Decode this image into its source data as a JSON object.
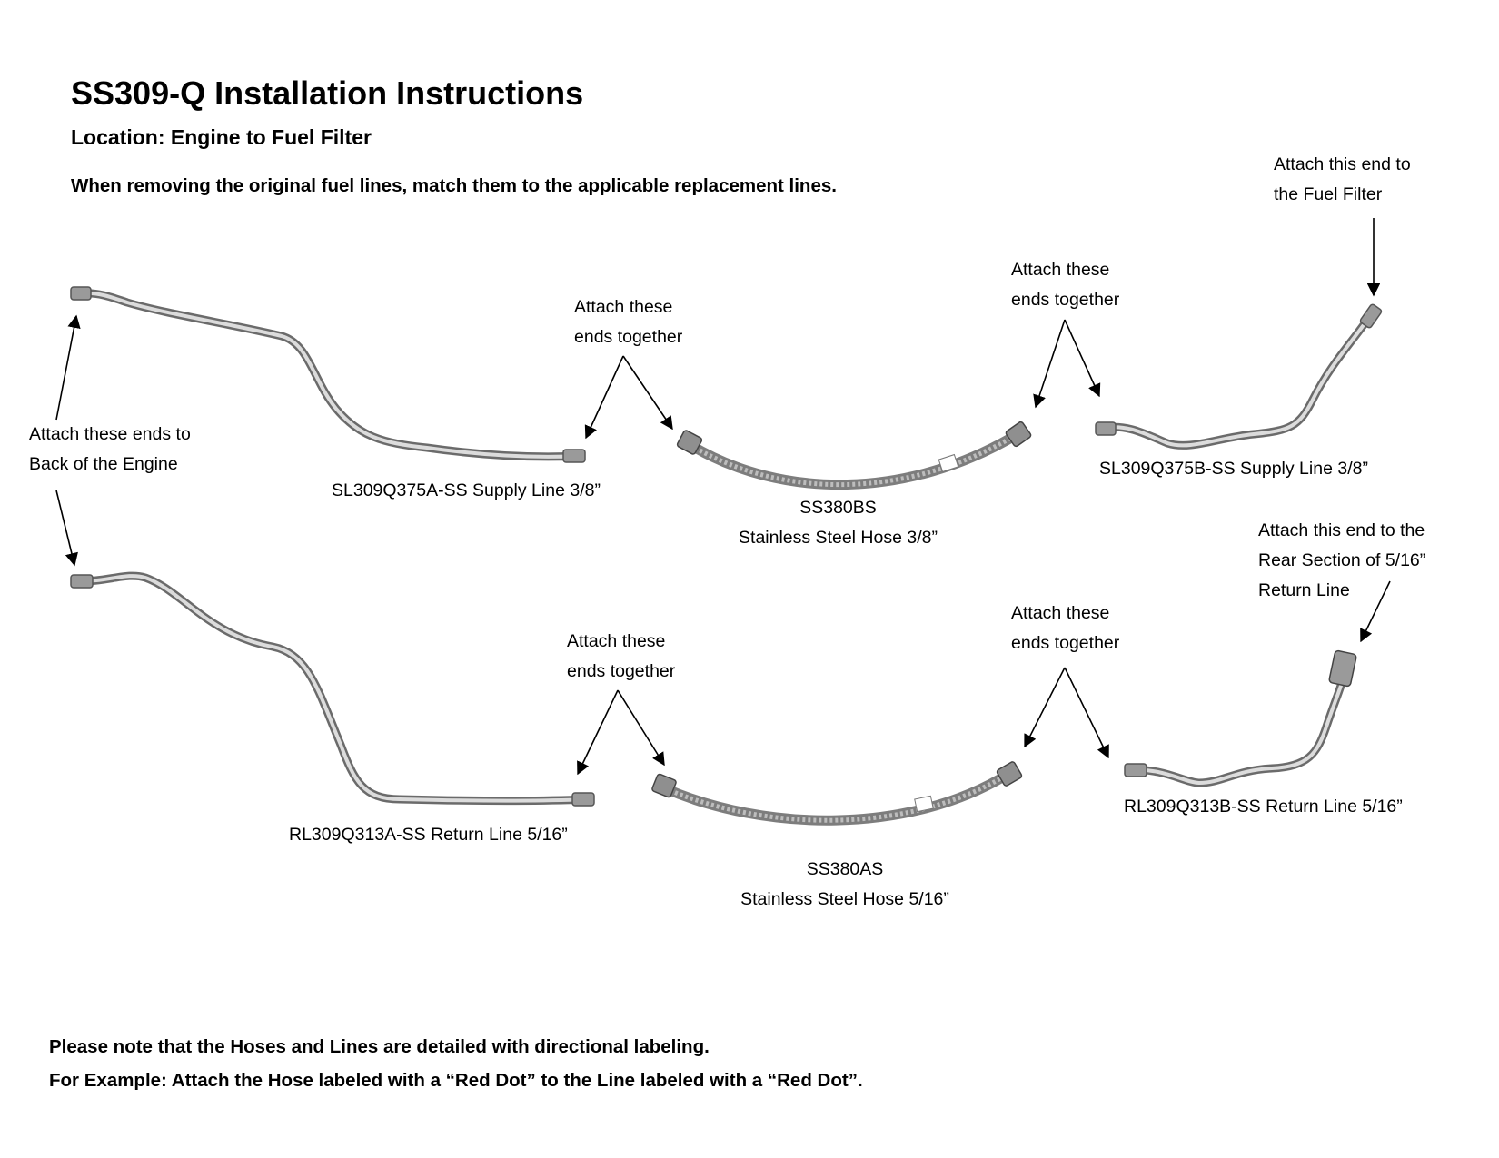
{
  "header": {
    "title": "SS309-Q Installation Instructions",
    "subtitle": "Location: Engine to Fuel Filter",
    "instruction": "When removing the original fuel lines, match them to the applicable replacement lines."
  },
  "annotations": {
    "engine_back": [
      "Attach these ends to",
      "Back of the Engine"
    ],
    "fuel_filter": [
      "Attach this end to",
      "the Fuel Filter"
    ],
    "rear_section": [
      "Attach this end to the",
      "Rear Section of 5/16”",
      "Return Line"
    ],
    "together_1": [
      "Attach these",
      "ends together"
    ],
    "together_2": [
      "Attach these",
      "ends together"
    ],
    "together_3": [
      "Attach these",
      "ends together"
    ],
    "together_4": [
      "Attach these",
      "ends together"
    ]
  },
  "parts": {
    "supply_a": "SL309Q375A-SS Supply Line 3/8”",
    "hose_bs": [
      "SS380BS",
      "Stainless Steel Hose 3/8”"
    ],
    "supply_b": "SL309Q375B-SS Supply Line 3/8”",
    "return_a": "RL309Q313A-SS Return Line 5/16”",
    "hose_as": [
      "SS380AS",
      "Stainless Steel Hose 5/16”"
    ],
    "return_b": "RL309Q313B-SS Return Line 5/16”"
  },
  "footer": {
    "note_1": "Please note that the Hoses and Lines are detailed with directional labeling.",
    "note_2": "For Example: Attach the Hose labeled with a “Red Dot” to the Line labeled with a “Red Dot”."
  },
  "colors": {
    "line_dark": "#6b6b6b",
    "line_light": "#d8d8d8",
    "hose": "#8a8a8a",
    "arrow": "#000000"
  }
}
